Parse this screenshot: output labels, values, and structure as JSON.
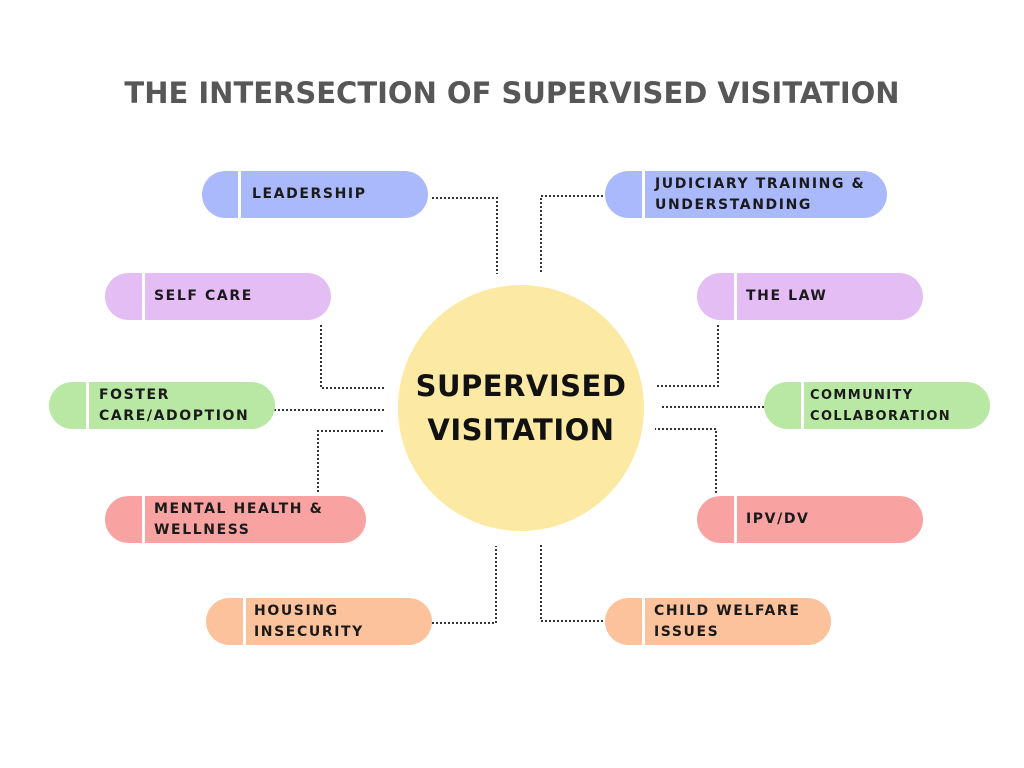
{
  "title": "THE INTERSECTION OF SUPERVISED VISITATION",
  "hub": {
    "label": "SUPERVISED\nVISITATION",
    "color": "#fce9a3"
  },
  "colors": {
    "blue": "#aab9fc",
    "purple": "#e4bdf4",
    "green": "#b8e8a3",
    "red": "#f9a2a2",
    "orange": "#fcc29c",
    "connector": "#333333"
  },
  "nodes": [
    {
      "id": "leadership",
      "label": "LEADERSHIP",
      "color_key": "blue"
    },
    {
      "id": "judiciary",
      "label": "JUDICIARY TRAINING &\nUNDERSTANDING",
      "color_key": "blue"
    },
    {
      "id": "self-care",
      "label": "SELF CARE",
      "color_key": "purple"
    },
    {
      "id": "the-law",
      "label": "THE LAW",
      "color_key": "purple"
    },
    {
      "id": "foster-care",
      "label": "FOSTER\nCARE/ADOPTION",
      "color_key": "green"
    },
    {
      "id": "community",
      "label": "COMMUNITY\nCOLLABORATION",
      "color_key": "green"
    },
    {
      "id": "mental-health",
      "label": "MENTAL HEALTH &\nWELLNESS",
      "color_key": "red"
    },
    {
      "id": "ipv-dv",
      "label": "IPV/DV",
      "color_key": "red"
    },
    {
      "id": "housing",
      "label": "HOUSING\nINSECURITY",
      "color_key": "orange"
    },
    {
      "id": "child-welfare",
      "label": "CHILD WELFARE\nISSUES",
      "color_key": "orange"
    }
  ]
}
